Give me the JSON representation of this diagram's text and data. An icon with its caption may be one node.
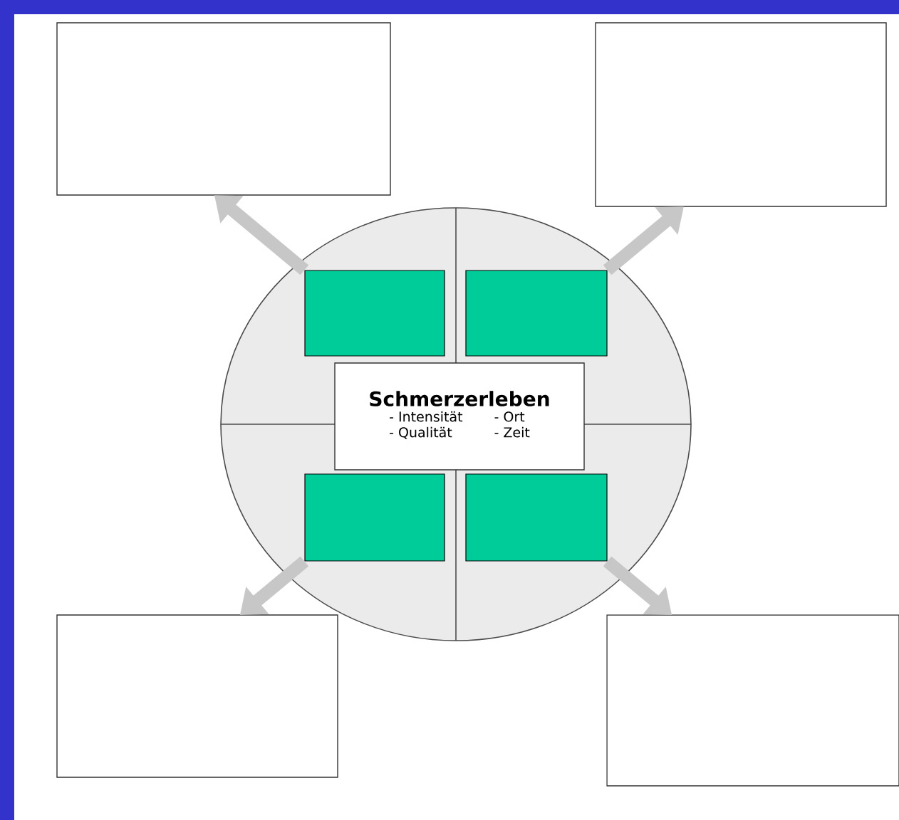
{
  "diagram": {
    "nodes": [
      {
        "text": [],
        "shape": "box"
      },
      {
        "text": [],
        "shape": "box"
      },
      {
        "text": [],
        "shape": "circle"
      },
      {
        "text": [],
        "shape": "box",
        "in": 2
      },
      {
        "text": [],
        "shape": "box",
        "in": 2
      },
      {
        "text": [
          "Schmerzerleben",
          "- Intensität",
          "- Ort",
          "- Qualität",
          "- Zeit"
        ],
        "in": 2
      },
      {
        "text": [],
        "shape": "box",
        "in": 2
      },
      {
        "text": [],
        "shape": "box",
        "in": 2
      },
      {
        "text": [],
        "shape": "box"
      },
      {
        "text": [],
        "shape": "box"
      }
    ],
    "edges": [
      {
        "from": 3,
        "to": 0,
        "arrow": "to"
      },
      {
        "from": 4,
        "to": 1,
        "arrow": "to"
      },
      {
        "from": 6,
        "to": 8,
        "arrow": "to"
      },
      {
        "from": 7,
        "to": 9,
        "arrow": "to"
      }
    ]
  }
}
